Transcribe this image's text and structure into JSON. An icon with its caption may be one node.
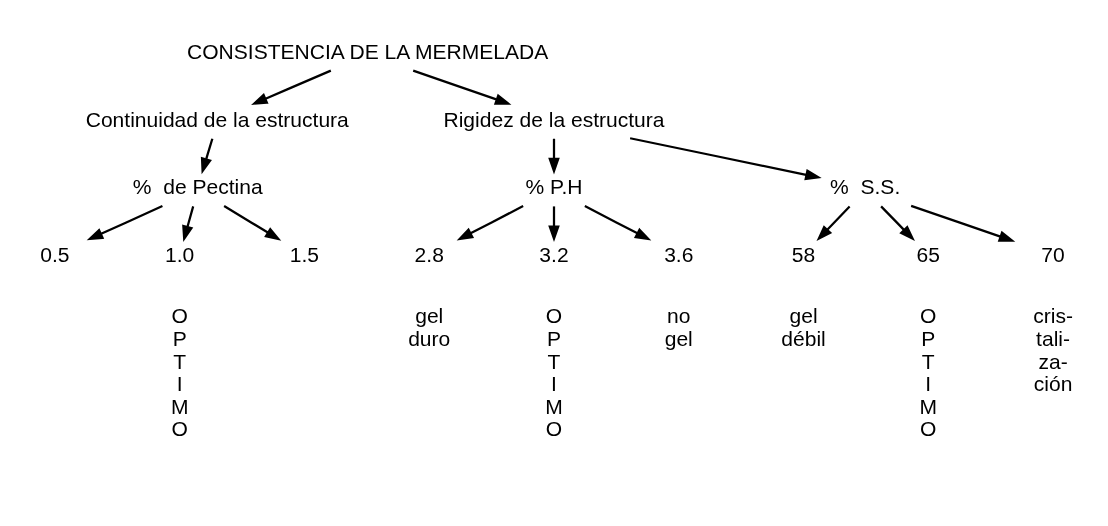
{
  "diagram": {
    "nodes": [
      {
        "text": [
          "CONSISTENCIA DE LA MERMELADA"
        ]
      },
      {
        "text": [
          "Continuidad de la estructura"
        ]
      },
      {
        "text": [
          "Rigidez de la estructura"
        ]
      },
      {
        "text": [
          "%  de Pectina"
        ]
      },
      {
        "text": [
          "% P.H"
        ]
      },
      {
        "text": [
          "%  S.S."
        ]
      },
      {
        "text": [
          "0.5"
        ]
      },
      {
        "text": [
          "1.0"
        ],
        "beside": [
          "O P T I M O"
        ]
      },
      {
        "text": [
          "1.5"
        ]
      },
      {
        "text": [
          "2.8"
        ],
        "beside": [
          "gel duro"
        ]
      },
      {
        "text": [
          "3.2"
        ],
        "beside": [
          "O P T I M O"
        ]
      },
      {
        "text": [
          "3.6"
        ],
        "beside": [
          "no gel"
        ]
      },
      {
        "text": [
          "58"
        ],
        "beside": [
          "gel débil"
        ]
      },
      {
        "text": [
          "65"
        ],
        "beside": [
          "O P T I M O"
        ]
      },
      {
        "text": [
          "70"
        ],
        "beside": [
          "cris- tali- za- ción"
        ]
      }
    ],
    "edges": [
      {
        "from": 0,
        "to": 1,
        "arrow": "to"
      },
      {
        "from": 0,
        "to": 2,
        "arrow": "to"
      },
      {
        "from": 1,
        "to": 3,
        "arrow": "to"
      },
      {
        "from": 2,
        "to": 4,
        "arrow": "to"
      },
      {
        "from": 2,
        "to": 5,
        "arrow": "to"
      },
      {
        "from": 3,
        "to": 6,
        "arrow": "to"
      },
      {
        "from": 3,
        "to": 7,
        "arrow": "to"
      },
      {
        "from": 3,
        "to": 8,
        "arrow": "to"
      },
      {
        "from": 4,
        "to": 9,
        "arrow": "to"
      },
      {
        "from": 4,
        "to": 10,
        "arrow": "to"
      },
      {
        "from": 4,
        "to": 11,
        "arrow": "to"
      },
      {
        "from": 5,
        "to": 12,
        "arrow": "to"
      },
      {
        "from": 5,
        "to": 13,
        "arrow": "to"
      },
      {
        "from": 5,
        "to": 14,
        "arrow": "to"
      }
    ]
  }
}
